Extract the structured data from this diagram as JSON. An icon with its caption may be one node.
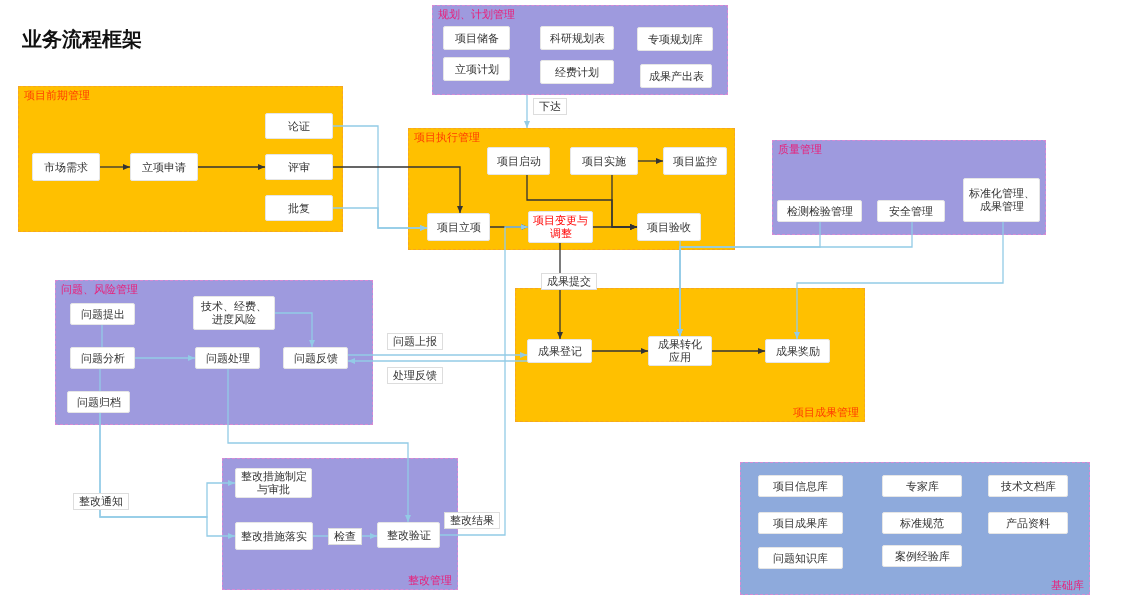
{
  "diagram": {
    "title": "业务流程框架",
    "nodes": [
      {
        "text": [
          "规划、计划管理"
        ]
      },
      {
        "text": [
          "项目储备"
        ],
        "in": 0
      },
      {
        "text": [
          "科研规划表"
        ],
        "in": 0
      },
      {
        "text": [
          "专项规划库"
        ],
        "in": 0
      },
      {
        "text": [
          "立项计划"
        ],
        "in": 0
      },
      {
        "text": [
          "经费计划"
        ],
        "in": 0
      },
      {
        "text": [
          "成果产出表"
        ],
        "in": 0
      },
      {
        "text": [
          "项目前期管理"
        ]
      },
      {
        "text": [
          "市场需求"
        ],
        "in": 7
      },
      {
        "text": [
          "立项申请"
        ],
        "in": 7
      },
      {
        "text": [
          "论证"
        ],
        "in": 7
      },
      {
        "text": [
          "评审"
        ],
        "in": 7
      },
      {
        "text": [
          "批复"
        ],
        "in": 7
      },
      {
        "text": [
          "项目执行管理"
        ]
      },
      {
        "text": [
          "项目启动"
        ],
        "in": 13
      },
      {
        "text": [
          "项目实施"
        ],
        "in": 13
      },
      {
        "text": [
          "项目监控"
        ],
        "in": 13
      },
      {
        "text": [
          "项目立项"
        ],
        "in": 13
      },
      {
        "text": [
          "项目变更与调整"
        ],
        "in": 13
      },
      {
        "text": [
          "项目验收"
        ],
        "in": 13
      },
      {
        "text": [
          "质量管理"
        ]
      },
      {
        "text": [
          "检测检验管理"
        ],
        "in": 20
      },
      {
        "text": [
          "安全管理"
        ],
        "in": 20
      },
      {
        "text": [
          "标准化管理、成果管理"
        ],
        "in": 20
      },
      {
        "text": [
          "问题、风险管理"
        ]
      },
      {
        "text": [
          "问题提出"
        ],
        "in": 24
      },
      {
        "text": [
          "技术、经费、进度风险"
        ],
        "in": 24
      },
      {
        "text": [
          "问题分析"
        ],
        "in": 24
      },
      {
        "text": [
          "问题处理"
        ],
        "in": 24
      },
      {
        "text": [
          "问题反馈"
        ],
        "in": 24
      },
      {
        "text": [
          "问题归档"
        ],
        "in": 24
      },
      {
        "text": [
          "项目成果管理"
        ]
      },
      {
        "text": [
          "成果登记"
        ],
        "in": 31
      },
      {
        "text": [
          "成果转化应用"
        ],
        "in": 31
      },
      {
        "text": [
          "成果奖励"
        ],
        "in": 31
      },
      {
        "text": [
          "整改管理"
        ]
      },
      {
        "text": [
          "整改措施制定与审批"
        ],
        "in": 35
      },
      {
        "text": [
          "整改措施落实"
        ],
        "in": 35
      },
      {
        "text": [
          "整改验证"
        ],
        "in": 35
      },
      {
        "text": [
          "基础库"
        ]
      },
      {
        "text": [
          "项目信息库"
        ],
        "in": 39
      },
      {
        "text": [
          "专家库"
        ],
        "in": 39
      },
      {
        "text": [
          "技术文档库"
        ],
        "in": 39
      },
      {
        "text": [
          "项目成果库"
        ],
        "in": 39
      },
      {
        "text": [
          "标准规范"
        ],
        "in": 39
      },
      {
        "text": [
          "产品资料"
        ],
        "in": 39
      },
      {
        "text": [
          "问题知识库"
        ],
        "in": 39
      },
      {
        "text": [
          "案例经验库"
        ],
        "in": 39
      }
    ],
    "edges": [
      {
        "from": 8,
        "to": 9,
        "arrow": "to",
        "color": "#333333"
      },
      {
        "from": 9,
        "to": 11,
        "arrow": "to",
        "color": "#333333"
      },
      {
        "from": 10,
        "to": 17,
        "arrow": "to"
      },
      {
        "from": 11,
        "to": 17,
        "arrow": "to",
        "color": "#333333"
      },
      {
        "from": 12,
        "to": 17,
        "arrow": "to"
      },
      {
        "from": 0,
        "to": 13,
        "arrow": "to",
        "label": "下达"
      },
      {
        "from": 15,
        "to": 16,
        "arrow": "to",
        "color": "#333333"
      },
      {
        "from": 17,
        "to": 18,
        "arrow": "to",
        "color": "#333333"
      },
      {
        "from": 18,
        "to": 19,
        "arrow": "to",
        "color": "#333333"
      },
      {
        "from": 14,
        "to": 19,
        "arrow": "to",
        "color": "#333333"
      },
      {
        "from": 15,
        "to": 19,
        "arrow": "to",
        "color": "#333333"
      },
      {
        "from": 18,
        "to": 32,
        "arrow": "to",
        "label": "成果提交",
        "color": "#333333"
      },
      {
        "from": 19,
        "to": 33,
        "arrow": "to"
      },
      {
        "from": 21,
        "to": 33,
        "arrow": "to"
      },
      {
        "from": 22,
        "to": 33,
        "arrow": "to"
      },
      {
        "from": 23,
        "to": 34,
        "arrow": "to"
      },
      {
        "from": 32,
        "to": 33,
        "arrow": "to",
        "color": "#333333"
      },
      {
        "from": 33,
        "to": 34,
        "arrow": "to",
        "color": "#333333"
      },
      {
        "from": 25,
        "to": 27,
        "arrow": "none"
      },
      {
        "from": 27,
        "to": 30,
        "arrow": "none"
      },
      {
        "from": 27,
        "to": 28,
        "arrow": "to"
      },
      {
        "from": 26,
        "to": 29,
        "arrow": "to"
      },
      {
        "from": 29,
        "to": 32,
        "arrow": "to",
        "label": "问题上报"
      },
      {
        "from": 32,
        "to": 29,
        "arrow": "to",
        "label": "处理反馈"
      },
      {
        "from": 28,
        "to": 38,
        "arrow": "to"
      },
      {
        "from": 30,
        "to": 36,
        "arrow": "to",
        "label": "整改通知"
      },
      {
        "from": 30,
        "to": 37,
        "arrow": "to"
      },
      {
        "from": 37,
        "to": 38,
        "arrow": "to",
        "label": "检查"
      },
      {
        "from": 38,
        "to": 18,
        "arrow": "to",
        "label": "整改结果"
      }
    ]
  }
}
